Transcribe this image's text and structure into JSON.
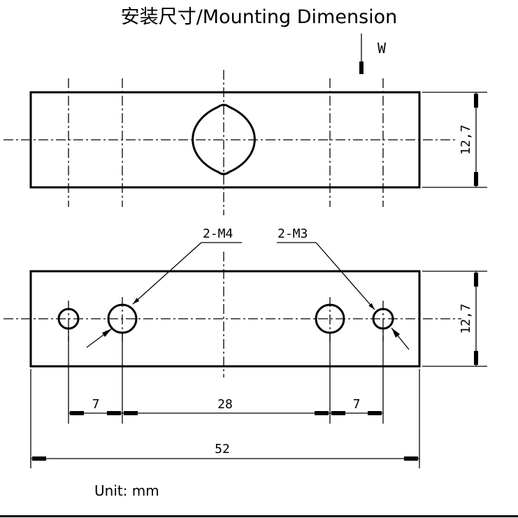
{
  "title": "安装尺寸/Mounting Dimension",
  "load_label": "W",
  "height_top": "12,7",
  "height_bottom": "12,7",
  "thread_left": "2-M4",
  "thread_right": "2-M3",
  "dim_left": "7",
  "dim_center": "28",
  "dim_right": "7",
  "dim_total": "52",
  "unit": "Unit: mm"
}
